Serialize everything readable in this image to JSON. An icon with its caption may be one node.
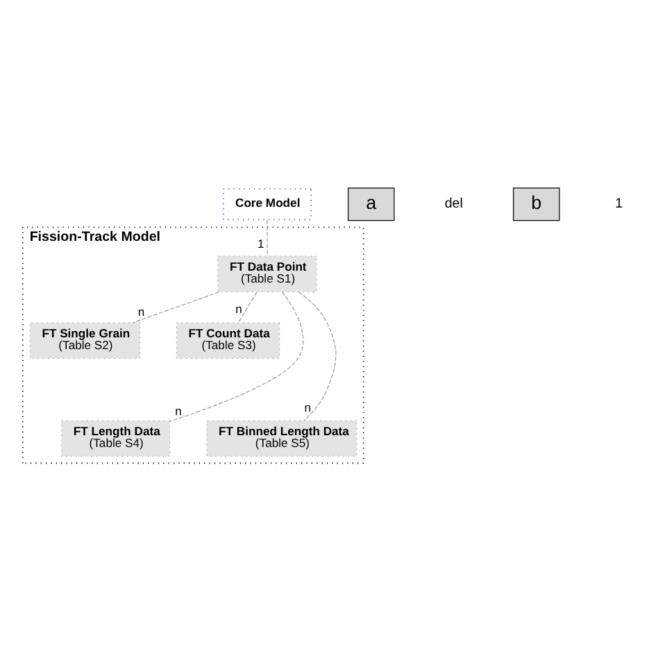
{
  "diagram": {
    "nodes": [
      {
        "text": [
          "Core Model"
        ]
      },
      {
        "text": [
          "Fission-Track Model"
        ]
      },
      {
        "text": [
          "FT Data Point",
          "(Table S1)"
        ],
        "in": 1
      },
      {
        "text": [
          "FT Single Grain",
          "(Table S2)"
        ],
        "in": 1
      },
      {
        "text": [
          "FT Count Data",
          "(Table S3)"
        ],
        "in": 1
      },
      {
        "text": [
          "FT Length Data",
          "(Table S4)"
        ],
        "in": 1
      },
      {
        "text": [
          "FT Binned Length Data",
          "(Table S5)"
        ],
        "in": 1
      }
    ],
    "edges": [
      {
        "from": 0,
        "to": 2,
        "arrow": "none",
        "style": "dashed",
        "label": "1"
      },
      {
        "from": 2,
        "to": 3,
        "arrow": "none",
        "style": "dashed",
        "label": "n"
      },
      {
        "from": 2,
        "to": 4,
        "arrow": "none",
        "style": "dashed",
        "label": "n"
      },
      {
        "from": 2,
        "to": 5,
        "arrow": "none",
        "style": "dashed",
        "label": "n"
      },
      {
        "from": 2,
        "to": 6,
        "arrow": "none",
        "style": "dashed",
        "label": "n"
      }
    ],
    "labels": [
      "a",
      "del",
      "b",
      "1"
    ]
  }
}
